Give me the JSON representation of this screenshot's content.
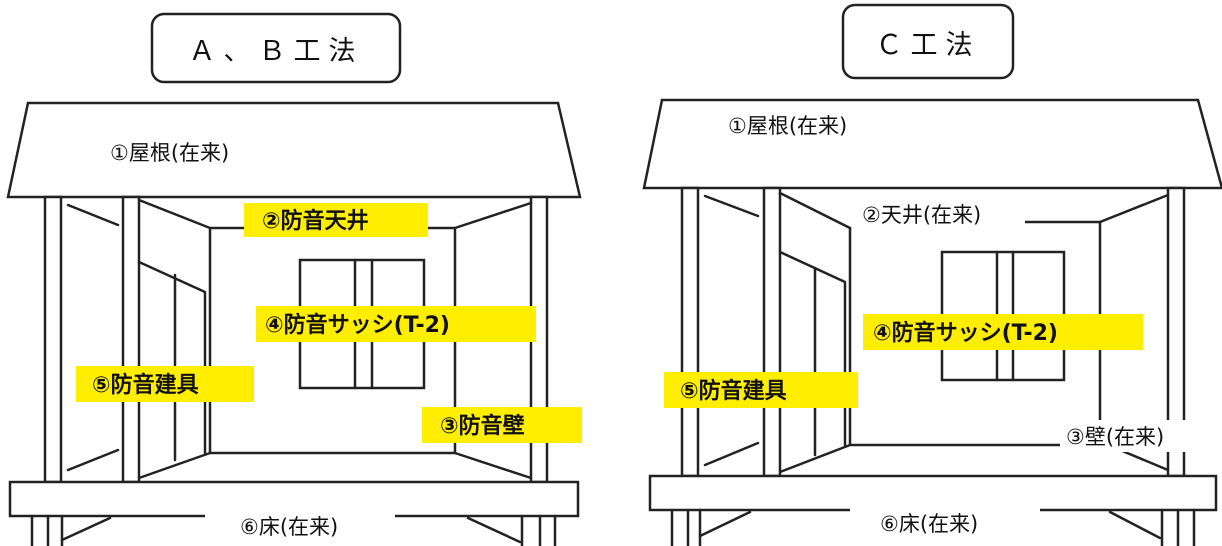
{
  "left": {
    "title": "Ａ、Ｂ工法",
    "labels": {
      "roof": "①屋根(在来)",
      "ceiling": "②防音天井",
      "wall": "③防音壁",
      "sash": "④防音サッシ(T-2)",
      "door": "⑤防音建具",
      "floor": "⑥床(在来)"
    }
  },
  "right": {
    "title": "Ｃ工法",
    "labels": {
      "roof": "①屋根(在来)",
      "ceiling": "②天井(在来)",
      "wall": "③壁(在来)",
      "sash": "④防音サッシ(T-2)",
      "door": "⑤防音建具",
      "floor": "⑥床(在来)"
    }
  },
  "colors": {
    "highlight": "#ffee00",
    "line": "#222222"
  }
}
